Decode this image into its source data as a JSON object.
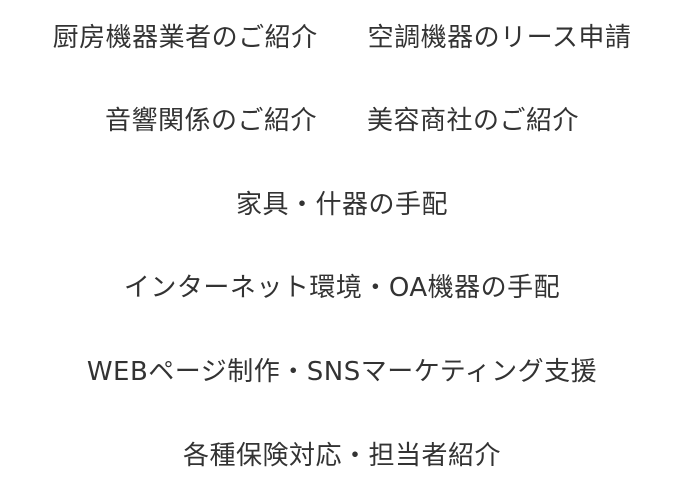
{
  "services": [
    [
      "厨房機器業者のご紹介",
      "空調機器のリース申請"
    ],
    [
      "音響関係のご紹介",
      "美容商社のご紹介"
    ],
    [
      "家具・什器の手配"
    ],
    [
      "インターネット環境・OA機器の手配"
    ],
    [
      "WEBページ制作・SNSマーケティング支援"
    ],
    [
      "各種保険対応・担当者紹介"
    ]
  ]
}
